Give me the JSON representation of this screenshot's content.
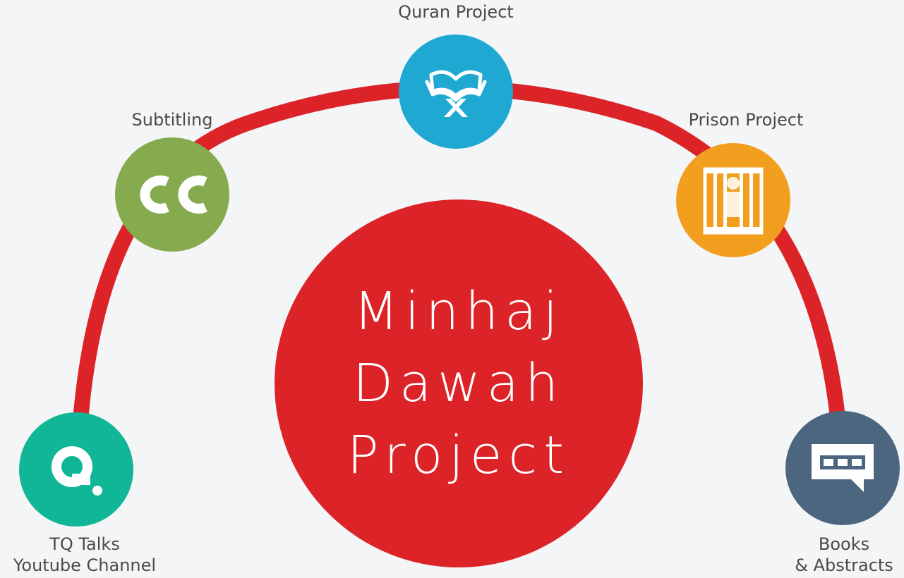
{
  "colors": {
    "background": "#f4f5f7",
    "arc": "#dc2328",
    "center": "#dc2328",
    "label_text": "#4a4a4a"
  },
  "center": {
    "lines": [
      "Minhaj",
      "Dawah",
      "Project"
    ]
  },
  "nodes": [
    {
      "id": "quran",
      "label_lines": [
        "Quran Project"
      ],
      "color": "#1ea8d2",
      "icon": "quran-book-icon"
    },
    {
      "id": "subtitling",
      "label_lines": [
        "Subtitling"
      ],
      "color": "#86aa4e",
      "icon": "closed-caption-icon"
    },
    {
      "id": "prison",
      "label_lines": [
        "Prison Project"
      ],
      "color": "#f29e1f",
      "icon": "prison-bars-icon"
    },
    {
      "id": "tqtalks",
      "label_lines": [
        "TQ Talks",
        "Youtube Channel"
      ],
      "color": "#11b696",
      "icon": "tq-talks-logo-icon"
    },
    {
      "id": "books",
      "label_lines": [
        "Books",
        "& Abstracts"
      ],
      "color": "#4d6680",
      "icon": "speech-bubble-icon"
    }
  ]
}
